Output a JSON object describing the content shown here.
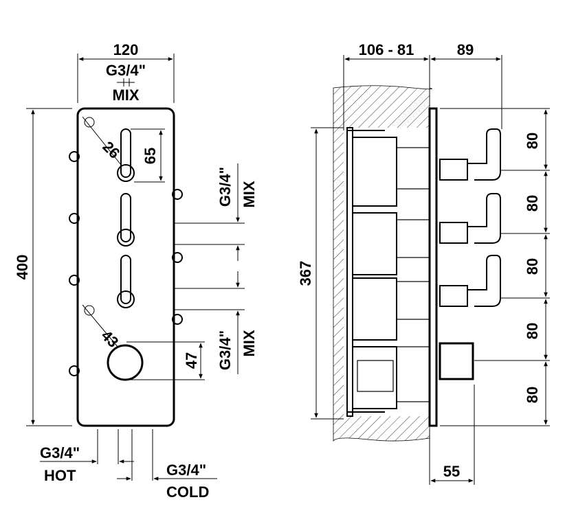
{
  "front_view": {
    "width_dim": "120",
    "height_dim": "400",
    "top_connection": "G3/4\"",
    "top_connection_label": "MIX",
    "handle_diameter": "26",
    "handle_spacing": "65",
    "knob_diameter": "43",
    "knob_height": "47",
    "right_connection_1": "G3/4\"",
    "right_connection_1_label": "MIX",
    "right_connection_2": "G3/4\"",
    "right_connection_2_label": "MIX",
    "bottom_hot": "G3/4\"",
    "bottom_hot_label": "HOT",
    "bottom_cold": "G3/4\"",
    "bottom_cold_label": "COLD"
  },
  "side_view": {
    "depth_dim": "106 - 81",
    "projection_dim": "89",
    "body_height_dim": "367",
    "knob_projection_dim": "55",
    "spacings": [
      "80",
      "80",
      "80",
      "80",
      "80"
    ]
  }
}
